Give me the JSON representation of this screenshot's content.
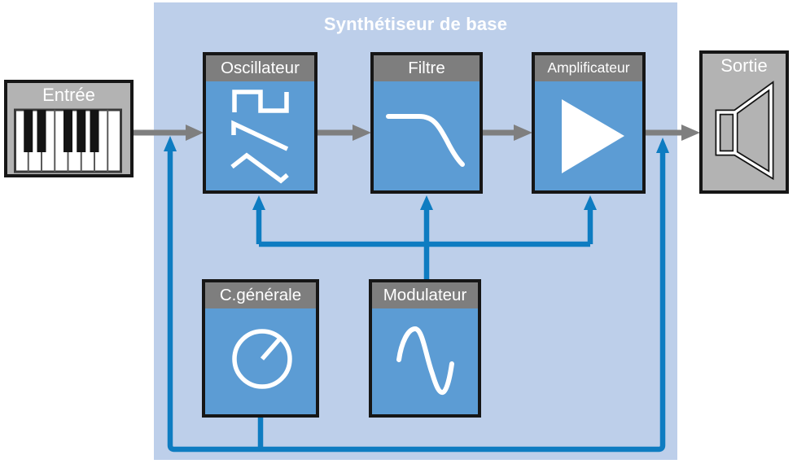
{
  "title": "Synthétiseur de base",
  "io": {
    "entree": {
      "label": "Entrée",
      "icon": "piano-keyboard-icon"
    },
    "sortie": {
      "label": "Sortie",
      "icon": "speaker-icon"
    }
  },
  "blocks": {
    "oscillateur": {
      "label": "Oscillateur",
      "icon": "waveform-shapes-icon"
    },
    "filtre": {
      "label": "Filtre",
      "icon": "lowpass-curve-icon"
    },
    "amplificateur": {
      "label": "Amplificateur",
      "icon": "amplifier-triangle-icon"
    },
    "c_generale": {
      "label": "C.générale",
      "icon": "knob-icon"
    },
    "modulateur": {
      "label": "Modulateur",
      "icon": "sine-wave-icon"
    }
  },
  "colors": {
    "background": "#FFFFFF",
    "panel": "#BDCFEA",
    "block_fill": "#5C9CD4",
    "header_gray": "#7E7E7E",
    "io_gray": "#B3B3B3",
    "wire_gray": "#7F7F7F",
    "wire_blue": "#0E7CC1",
    "border_black": "#161616",
    "text": "#FFFFFF"
  }
}
